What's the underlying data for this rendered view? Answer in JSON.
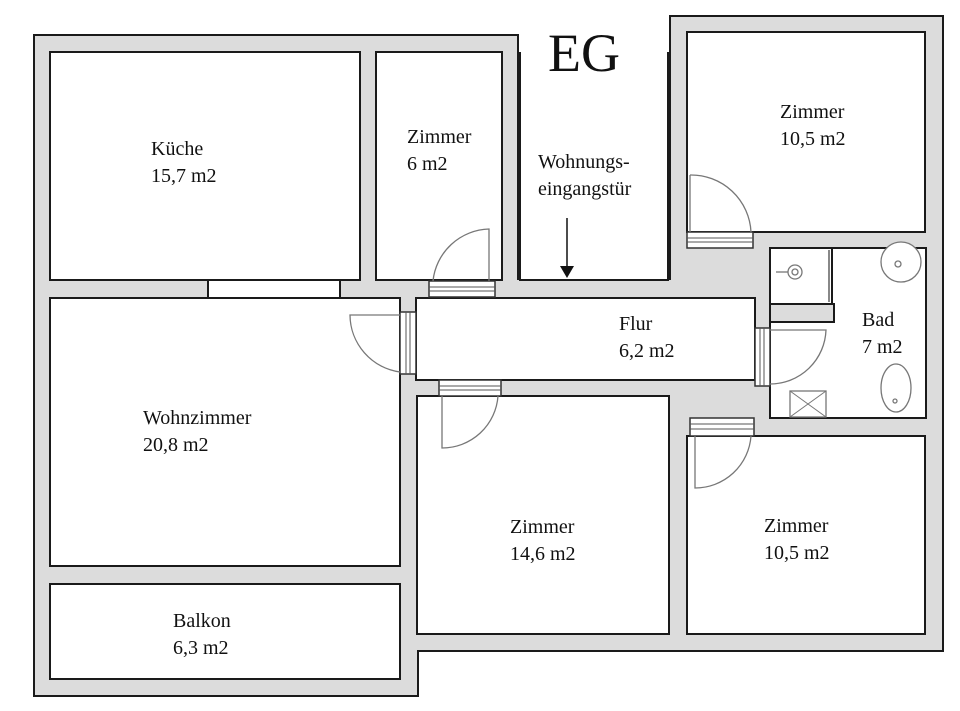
{
  "floor": {
    "title": "EG"
  },
  "rooms": [
    {
      "id": "kueche",
      "name": "Küche",
      "area": "15,7 m2"
    },
    {
      "id": "zimmer-small",
      "name": "Zimmer",
      "area": "6 m2"
    },
    {
      "id": "zimmer-top-right",
      "name": "Zimmer",
      "area": "10,5 m2"
    },
    {
      "id": "flur",
      "name": "Flur",
      "area": "6,2 m2"
    },
    {
      "id": "bad",
      "name": "Bad",
      "area": "7 m2"
    },
    {
      "id": "wohnzimmer",
      "name": "Wohnzimmer",
      "area": "20,8 m2"
    },
    {
      "id": "zimmer-middle",
      "name": "Zimmer",
      "area": "14,6 m2"
    },
    {
      "id": "zimmer-bottom-right",
      "name": "Zimmer",
      "area": "10,5 m2"
    },
    {
      "id": "balkon",
      "name": "Balkon",
      "area": "6,3 m2"
    }
  ],
  "annotations": {
    "entrance_line1": "Wohnungs-",
    "entrance_line2": "eingangstür"
  },
  "colors": {
    "wall_fill": "#dcdcdc",
    "line": "#1a1a1a",
    "room_fill": "#ffffff"
  }
}
